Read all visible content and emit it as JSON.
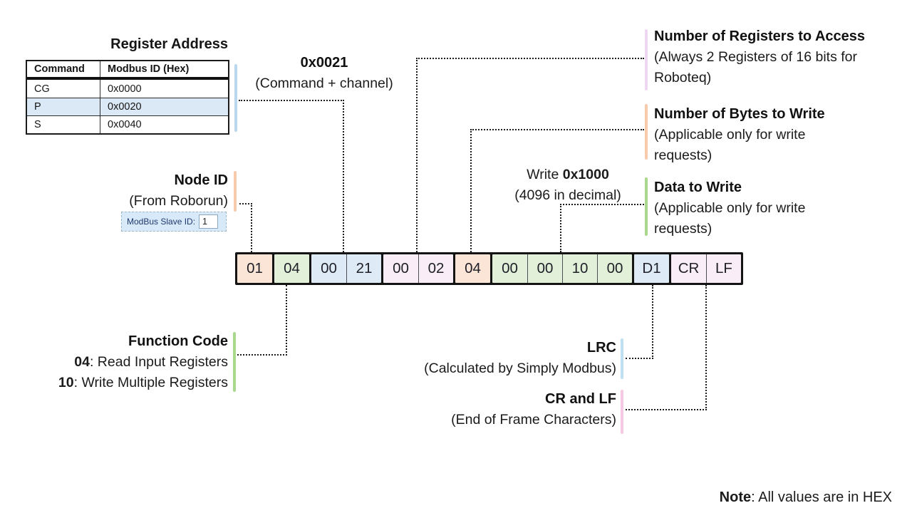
{
  "colors": {
    "bar_blue": "#b9d7ee",
    "bar_peach": "#f8cbad",
    "bar_green": "#a9d98c",
    "bar_lilac": "#eed7f3",
    "bar_lightblue": "#bfe0f2",
    "bar_pink": "#f6c8e3",
    "row_highlight": "#dbe9f6"
  },
  "register_table": {
    "title": "Register Address",
    "headers": [
      "Command",
      "Modbus ID (Hex)"
    ],
    "rows": [
      {
        "command": "CG",
        "modbus_id": "0x0000"
      },
      {
        "command": "P",
        "modbus_id": "0x0020"
      },
      {
        "command": "S",
        "modbus_id": "0x0040"
      }
    ]
  },
  "slave_id_widget": {
    "label": "ModBus Slave ID:",
    "value": "1"
  },
  "annotations": {
    "register_value": {
      "value": "0x0021",
      "desc": "(Command + channel)"
    },
    "num_registers": {
      "title": "Number of Registers to Access",
      "desc": "(Always 2 Registers of 16 bits for Roboteq)"
    },
    "num_bytes": {
      "title": "Number of Bytes to Write",
      "desc": "(Applicable only for write requests)"
    },
    "write_value": {
      "prefix": "Write ",
      "value": "0x1000",
      "desc": "(4096 in decimal)"
    },
    "data_to_write": {
      "title": "Data to Write",
      "desc": "(Applicable only for write requests)"
    },
    "node_id": {
      "title": "Node ID",
      "desc": "(From Roborun)"
    },
    "function_code": {
      "title": "Function Code",
      "items": [
        {
          "code": "04",
          "desc": ": Read Input Registers"
        },
        {
          "code": "10",
          "desc": ": Write Multiple Registers"
        }
      ]
    },
    "lrc": {
      "title": "LRC",
      "desc": "(Calculated by Simply Modbus)"
    },
    "cr_lf": {
      "title": "CR and LF",
      "desc": "(End of Frame Characters)"
    },
    "note": {
      "label": "Note",
      "text": ": All values are in HEX"
    }
  },
  "frame": {
    "groups": [
      {
        "name": "node-id",
        "color": "#fbe5d6",
        "cells": [
          "01"
        ]
      },
      {
        "name": "function-code",
        "color": "#e2f0d9",
        "cells": [
          "04"
        ]
      },
      {
        "name": "register-address",
        "color": "#deebf7",
        "cells": [
          "00",
          "21"
        ]
      },
      {
        "name": "num-registers",
        "color": "#f9eef7",
        "cells": [
          "00",
          "02"
        ]
      },
      {
        "name": "num-bytes",
        "color": "#fbe5d6",
        "cells": [
          "04"
        ]
      },
      {
        "name": "data-to-write",
        "color": "#e2f0d9",
        "cells": [
          "00",
          "00",
          "10",
          "00"
        ]
      },
      {
        "name": "lrc",
        "color": "#deebf7",
        "cells": [
          "D1"
        ]
      },
      {
        "name": "end-of-frame",
        "color": "#f9eef7",
        "cells": [
          "CR",
          "LF"
        ]
      }
    ]
  }
}
